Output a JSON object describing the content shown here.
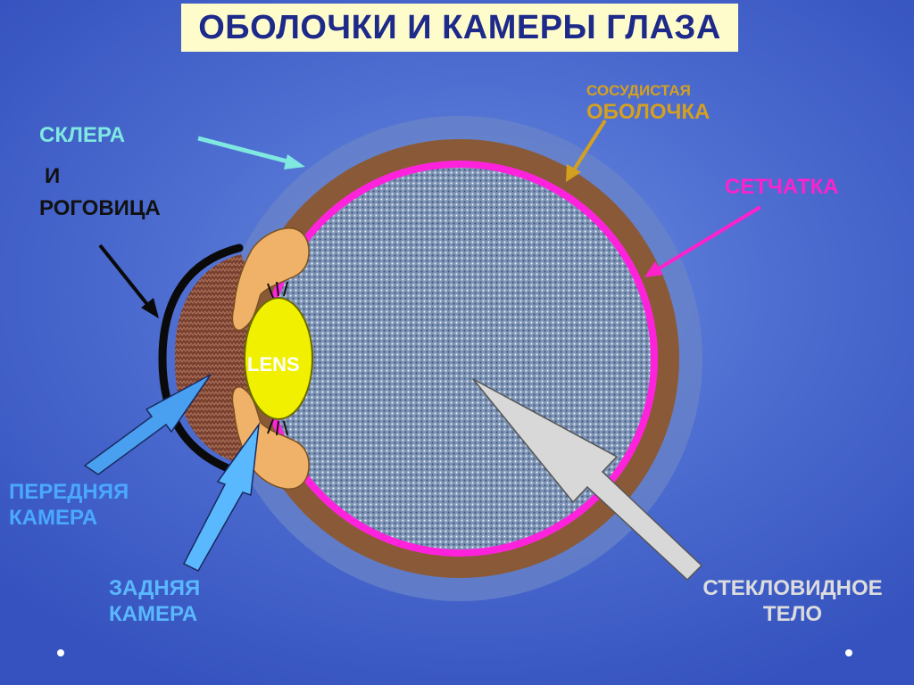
{
  "title": "ОБОЛОЧКИ И КАМЕРЫ ГЛАЗА",
  "labels": {
    "sclera_line1": "СКЛЕРА",
    "sclera_line2": "И",
    "cornea": "РОГОВИЦА",
    "choroid_line1": "СОСУДИСТАЯ",
    "choroid_line2": "ОБОЛОЧКА",
    "retina": "СЕТЧАТКА",
    "lens": "LENS",
    "anterior_line1": "ПЕРЕДНЯЯ",
    "anterior_line2": "КАМЕРА",
    "posterior_line1": "ЗАДНЯЯ",
    "posterior_line2": "КАМЕРА",
    "vitreous_line1": "СТЕКЛОВИДНОЕ",
    "vitreous_line2": "ТЕЛО"
  },
  "colors": {
    "sclera_label": "#7fe8e0",
    "cornea_label": "#111111",
    "choroid_label": "#d4a020",
    "retina_label": "#ff22cc",
    "lens_label": "#ffffff",
    "anterior_label": "#4aa8ff",
    "posterior_label": "#5ab8ff",
    "vitreous_label": "#dddddd",
    "title_text": "#1d2a8a",
    "title_bg": "#fffccc"
  }
}
